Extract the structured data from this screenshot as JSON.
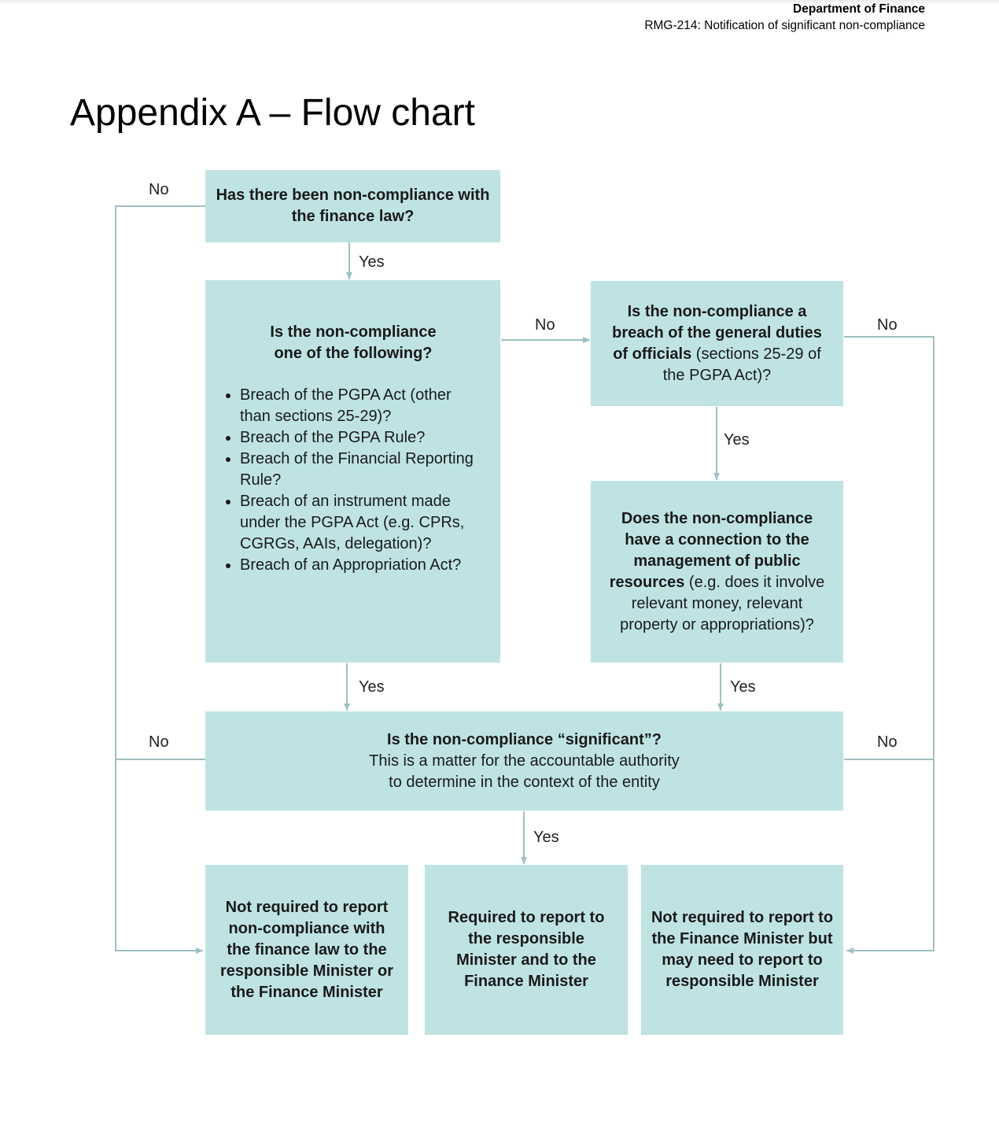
{
  "header": {
    "department": "Department of Finance",
    "document": "RMG-214: Notification of significant non-compliance"
  },
  "page_title": "Appendix A – Flow chart",
  "nodes": {
    "q1": "Has there been non-compliance with the finance law?",
    "q2": {
      "heading": "Is the non-compliance one of the following?",
      "items": [
        "Breach of the PGPA Act (other than sections 25-29)?",
        "Breach of the PGPA Rule?",
        "Breach of the Financial Reporting Rule?",
        "Breach of an instrument made under the PGPA Act (e.g. CPRs, CGRGs, AAIs, delegation)?",
        "Breach of an Appropriation Act?"
      ]
    },
    "q3": {
      "bold": "Is the non-compliance a breach of the general duties of officials",
      "normal": " (sections 25-29 of the PGPA Act)?"
    },
    "q4": {
      "bold": "Does the non-compliance have a connection to the management of public resources",
      "normal": " (e.g. does it involve relevant money, relevant property or appropriations)?"
    },
    "q5": {
      "bold": "Is the non-compliance “significant”?",
      "line2": "This is a matter for the accountable authority",
      "line3": "to determine in the context of the entity"
    },
    "r1": "Not required to report non-compliance with the finance law to the responsible Minister or the Finance Minister",
    "r2": "Required to report to the responsible Minister and to the Finance Minister",
    "r3": "Not required to report to the Finance Minister but may need to report to responsible Minister"
  },
  "edge_labels": {
    "q1_no": "No",
    "q1_yes": "Yes",
    "q2_no": "No",
    "q3_no": "No",
    "q3_yes": "Yes",
    "q2_yes": "Yes",
    "q4_yes": "Yes",
    "q5_no_left": "No",
    "q5_no_right": "No",
    "q5_yes": "Yes"
  },
  "colors": {
    "box_fill": "#bfe3e3",
    "connector": "#9fc0c0"
  }
}
